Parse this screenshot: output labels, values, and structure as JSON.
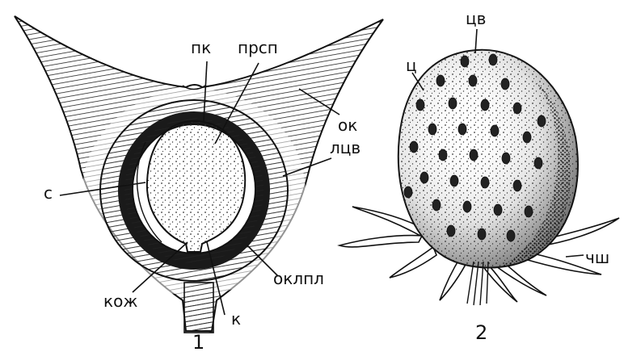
{
  "figure1": {
    "number": "1",
    "labels": {
      "pk": "пк",
      "prsp": "прсп",
      "ok": "ок",
      "lcv": "лцв",
      "s": "с",
      "kozh": "кож",
      "oklpl": "оклпл",
      "k": "к"
    }
  },
  "figure2": {
    "number": "2",
    "labels": {
      "cv": "цв",
      "p": "ц",
      "chsh": "чш"
    }
  },
  "colors": {
    "ink": "#111111",
    "paper": "#ffffff"
  }
}
